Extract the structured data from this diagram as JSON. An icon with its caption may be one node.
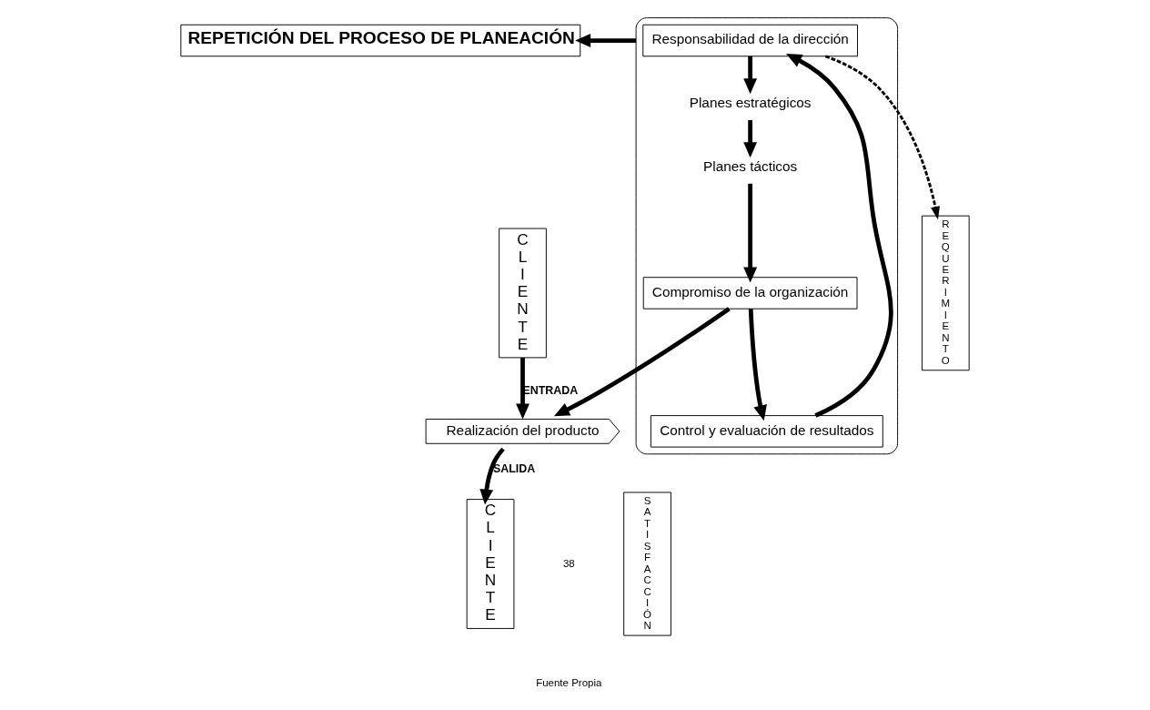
{
  "diagram": {
    "nodes": [
      {
        "text": [
          "REPETICIÓN DEL PROCESO DE PLANEACIÓN"
        ]
      },
      {
        "text": [
          "CLIENTE"
        ]
      },
      {
        "text": [
          "REQUERIMIENTO"
        ]
      },
      {
        "text": [],
        "shape": "ellipse"
      },
      {
        "text": [
          "Responsabilidad de la dirección"
        ],
        "in": 3
      },
      {
        "text": [
          "Planes estratégicos"
        ],
        "in": 3
      },
      {
        "text": [
          "Planes tácticos"
        ],
        "in": 3
      },
      {
        "text": [
          "Compromiso de la organización"
        ],
        "in": 3
      },
      {
        "text": [
          "Control y evaluación de resultados"
        ],
        "in": 3
      },
      {
        "text": [
          "Realización del producto"
        ]
      },
      {
        "text": [
          "SATISFACCIÓN"
        ]
      },
      {
        "text": [
          "CLIENTE"
        ]
      }
    ],
    "edges": [
      {
        "from": 4,
        "to": 2,
        "arrow": "to",
        "style": "dashed"
      },
      {
        "from": 4,
        "to": 5,
        "arrow": "to"
      },
      {
        "from": 5,
        "to": 6,
        "arrow": "to"
      },
      {
        "from": 6,
        "to": 7,
        "arrow": "to"
      },
      {
        "from": 7,
        "to": 9,
        "arrow": "to"
      },
      {
        "from": 7,
        "to": 8,
        "arrow": "to"
      },
      {
        "from": 8,
        "to": 4,
        "arrow": "to"
      },
      {
        "from": 3,
        "to": 0,
        "arrow": "to"
      },
      {
        "from": 1,
        "to": 9,
        "arrow": "to",
        "label": "ENTRADA"
      },
      {
        "from": 9,
        "to": 11,
        "arrow": "to",
        "label": "SALIDA"
      }
    ],
    "labels": [
      "38",
      "Fuente Propia"
    ]
  }
}
